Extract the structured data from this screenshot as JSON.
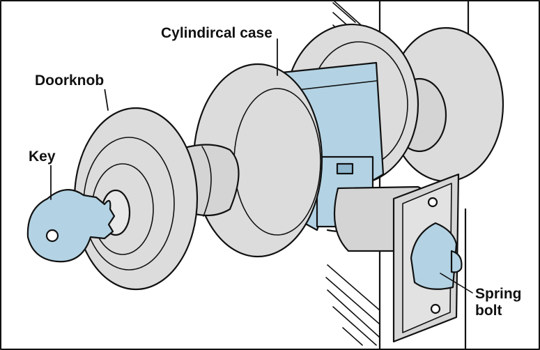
{
  "labels": {
    "cylindrical_case": "Cylindircal case",
    "doorknob": "Doorknob",
    "key": "Key",
    "spring_bolt_line1": "Spring",
    "spring_bolt_line2": "bolt"
  },
  "colors": {
    "metal": "#dcdcdc",
    "metal_shadow": "#cfcfcf",
    "accent_blue": "#b3d3e4",
    "outline": "#111111",
    "background": "#ffffff"
  }
}
